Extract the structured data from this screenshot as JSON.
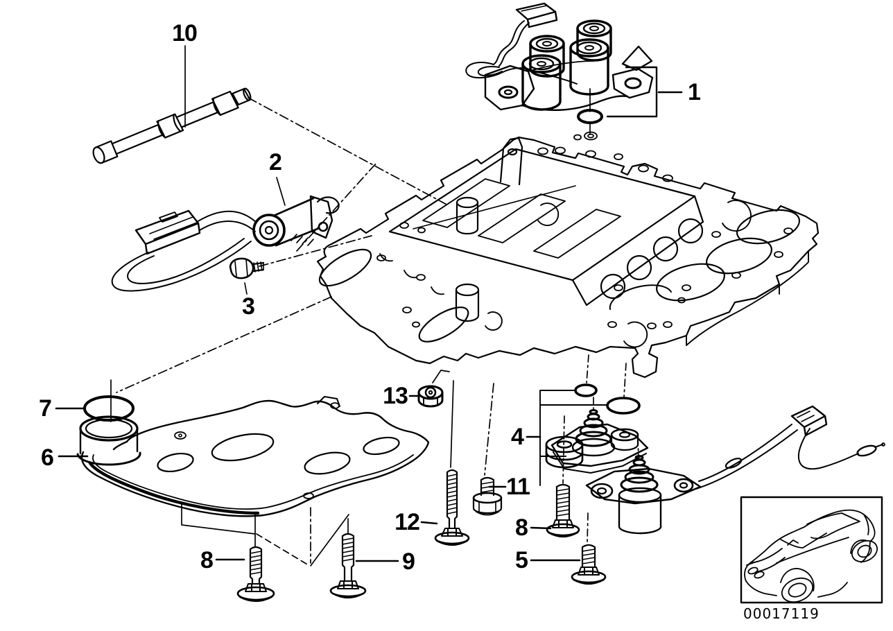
{
  "diagram_id": "00017119",
  "colors": {
    "line": "#000000",
    "background": "#ffffff"
  },
  "callouts": [
    {
      "label": "10"
    },
    {
      "label": "1"
    },
    {
      "label": "2"
    },
    {
      "label": "3"
    },
    {
      "label": "7"
    },
    {
      "label": "6"
    },
    {
      "label": "13"
    },
    {
      "label": "12"
    },
    {
      "label": "11"
    },
    {
      "label": "4"
    },
    {
      "label": "8"
    },
    {
      "label": "5"
    },
    {
      "label": "8"
    },
    {
      "label": "9"
    }
  ]
}
